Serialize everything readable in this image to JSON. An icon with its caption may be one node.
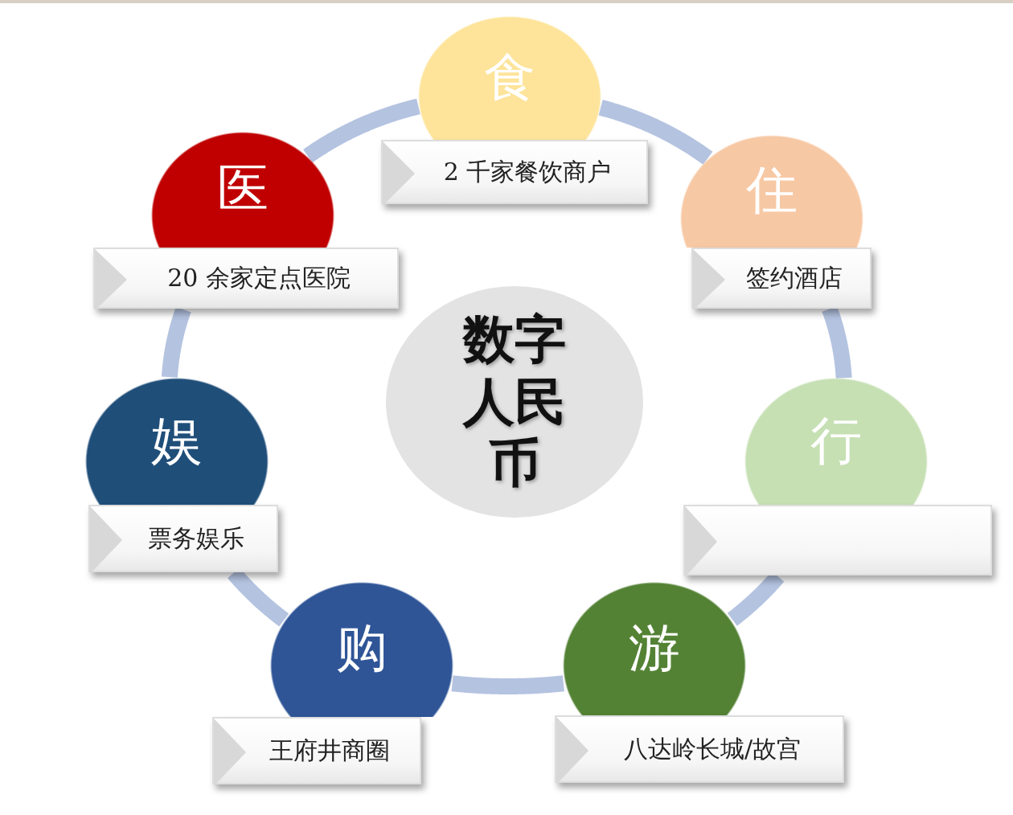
{
  "diagram": {
    "nodes": [
      {
        "text": [
          "数字人民币"
        ]
      },
      {
        "text": [
          "食"
        ]
      },
      {
        "text": [
          "2 千家餐饮商户"
        ]
      },
      {
        "text": [
          "住"
        ]
      },
      {
        "text": [
          "签约酒店"
        ]
      },
      {
        "text": [
          "行"
        ]
      },
      {
        "text": [],
        "shape": "box"
      },
      {
        "text": [
          "游"
        ]
      },
      {
        "text": [
          "八达岭长城/故宫"
        ]
      },
      {
        "text": [
          "购"
        ]
      },
      {
        "text": [
          "王府井商圈"
        ]
      },
      {
        "text": [
          "娱"
        ]
      },
      {
        "text": [
          "票务娱乐"
        ]
      },
      {
        "text": [
          "医"
        ]
      },
      {
        "text": [
          "20 余家定点医院"
        ]
      }
    ],
    "edges": [
      {
        "from": 1,
        "to": 3,
        "arrow": "none"
      },
      {
        "from": 4,
        "to": 5,
        "arrow": "none"
      },
      {
        "from": 6,
        "to": 7,
        "arrow": "none"
      },
      {
        "from": 7,
        "to": 9,
        "arrow": "none"
      },
      {
        "from": 9,
        "to": 12,
        "arrow": "none"
      },
      {
        "from": 11,
        "to": 14,
        "arrow": "none"
      },
      {
        "from": 13,
        "to": 1,
        "arrow": "none"
      }
    ]
  }
}
